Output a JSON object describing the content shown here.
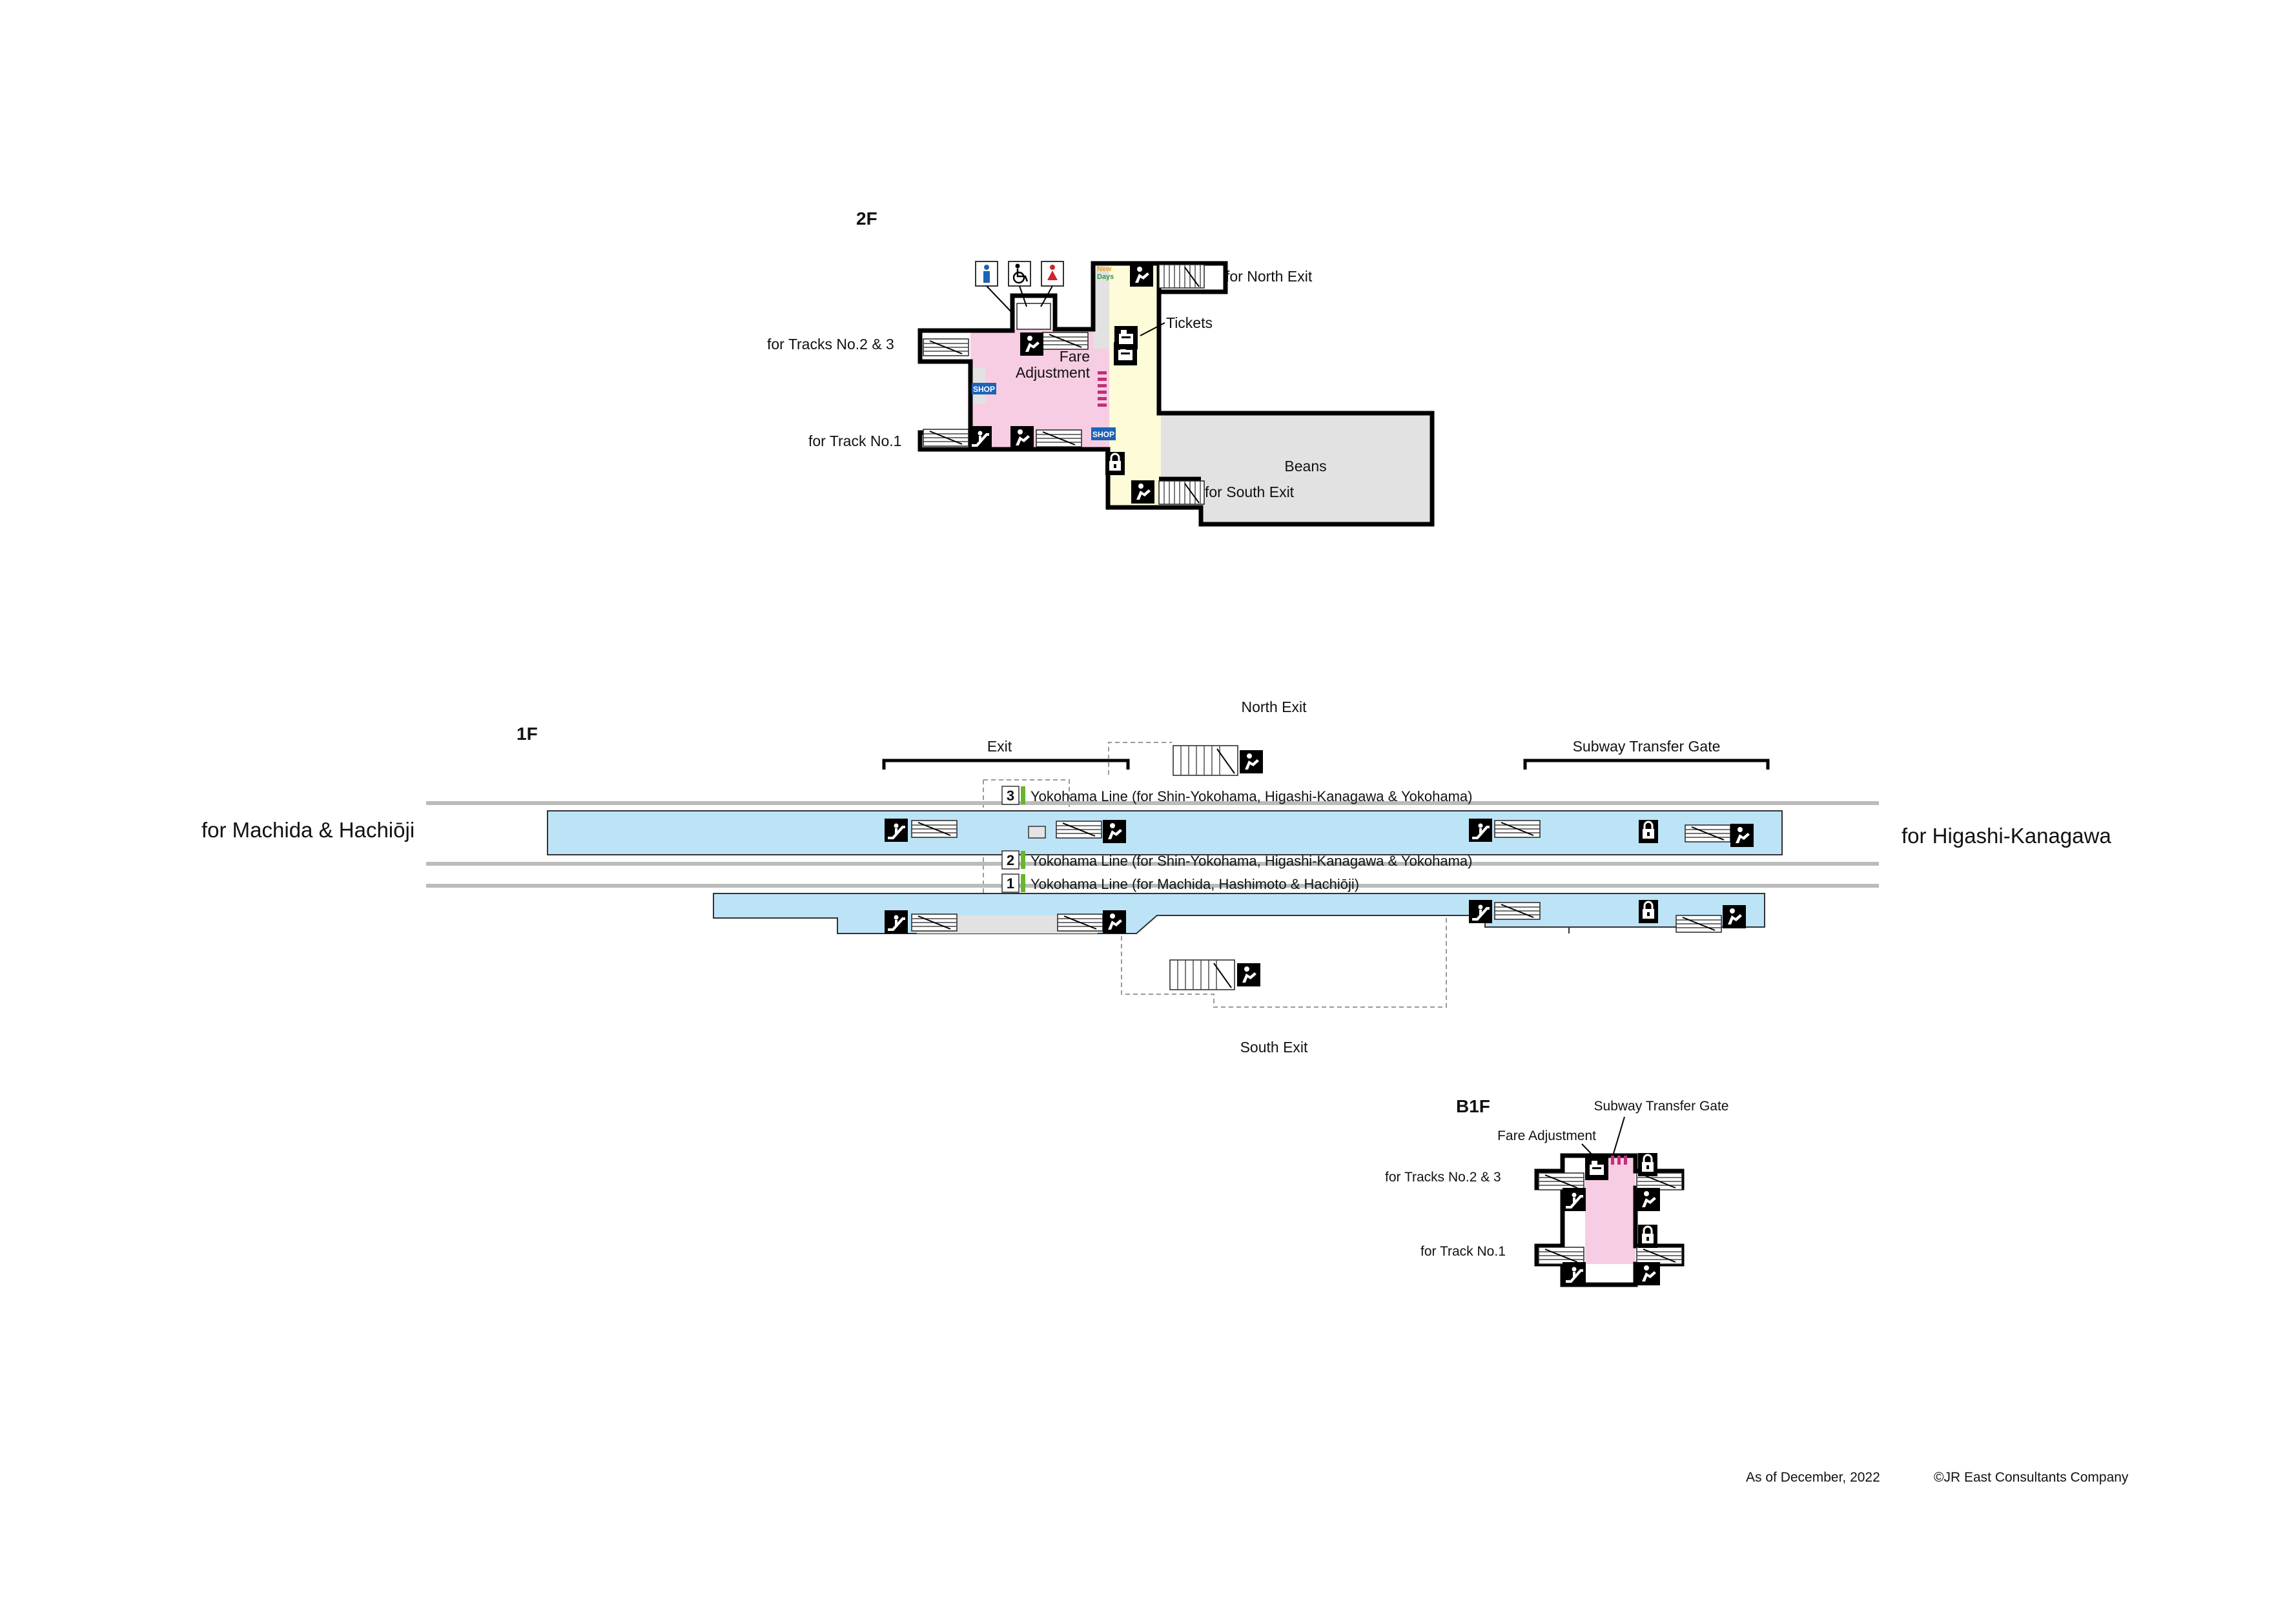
{
  "floors": {
    "second": {
      "label": "2F",
      "for_tracks_2_3": "for Tracks No.2 & 3",
      "for_track_1": "for Track No.1",
      "fare_adjustment_line1": "Fare",
      "fare_adjustment_line2": "Adjustment",
      "tickets": "Tickets",
      "for_north_exit": "for North Exit",
      "for_south_exit": "for South Exit",
      "beans": "Beans",
      "shop": "SHOP",
      "newdays_line1": "New",
      "newdays_line2": "Days"
    },
    "first": {
      "label": "1F",
      "north_exit": "North Exit",
      "south_exit": "South Exit",
      "exit": "Exit",
      "subway_transfer_gate": "Subway Transfer Gate",
      "for_machida": "for Machida & Hachiōji",
      "for_higashi": "for Higashi-Kanagawa",
      "tracks": [
        {
          "number": "3",
          "label": "Yokohama Line (for Shin-Yokohama, Higashi-Kanagawa & Yokohama)"
        },
        {
          "number": "2",
          "label": "Yokohama Line (for Shin-Yokohama, Higashi-Kanagawa & Yokohama)"
        },
        {
          "number": "1",
          "label": "Yokohama Line (for Machida, Hashimoto & Hachiōji)"
        }
      ]
    },
    "basement": {
      "label": "B1F",
      "subway_transfer_gate": "Subway Transfer Gate",
      "fare_adjustment": "Fare Adjustment",
      "for_tracks_2_3": "for Tracks No.2 & 3",
      "for_track_1": "for Track No.1"
    }
  },
  "footer": {
    "as_of": "As of December, 2022",
    "copyright": "©JR East Consultants Company"
  },
  "colors": {
    "concourse_pink": "#f7cde3",
    "corridor_cream": "#fdfbd8",
    "platform_blue": "#bde3f6",
    "shop_grey": "#e2e2e2",
    "line_green": "#6ab42e",
    "gate_magenta": "#c0307a",
    "shop_blue": "#1d63b7"
  },
  "icons": [
    "men-toilet-icon",
    "accessible-toilet-icon",
    "women-toilet-icon",
    "elevator-icon",
    "escalator-icon",
    "stairs-icon",
    "ticket-machine-icon",
    "fare-adjustment-icon",
    "coin-locker-icon",
    "shop-icon",
    "newdays-logo"
  ]
}
